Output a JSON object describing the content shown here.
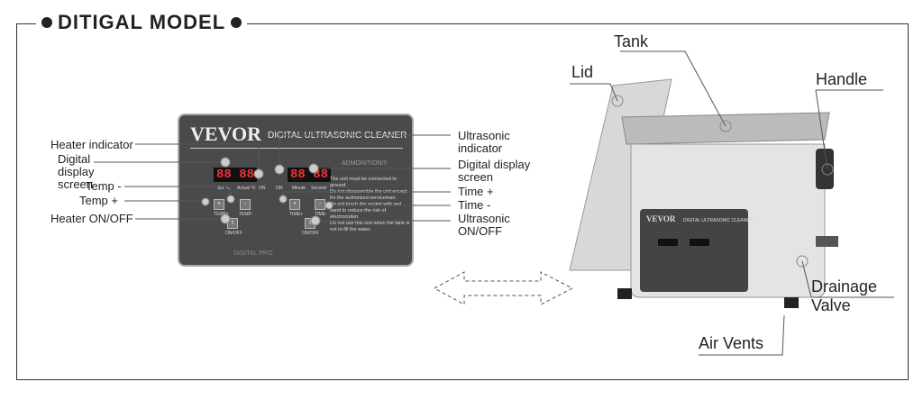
{
  "title": "DITIGAL MODEL",
  "panel": {
    "brand": "VEVOR",
    "subtitle": "DIGITAL ULTRASONIC CLEANER",
    "display_left": "88 88",
    "display_right": "88 88",
    "set": "Set ℃",
    "actual": "Actual ℃",
    "on": "ON",
    "minute": "Minute",
    "second": "Second",
    "admonition": "ADMONITION!!!",
    "warnings": [
      "The unit must be connected to ground.",
      "Do not disassemble the unit except for the authorized serviceman.",
      "Do not touch the socket with wet hand to reduce the risk of electrocution.",
      "Do not use this unit when the tank is not to fill the water."
    ],
    "buttons": {
      "temp_plus": "TEMP+",
      "temp_minus": "TEMP-",
      "time_plus": "TIME+",
      "time_minus": "TIME-",
      "onoff": "ON/OFF"
    },
    "footer": "DIGITAL PRO"
  },
  "left_labels": [
    "Heater indicator",
    "Digital display screen",
    "Temp -",
    "Temp +",
    "Heater ON/OFF"
  ],
  "right_labels": [
    "Ultrasonic indicator",
    "Digital display screen",
    "Time +",
    "Time -",
    "Ultrasonic ON/OFF"
  ],
  "product_labels": {
    "tank": "Tank",
    "lid": "Lid",
    "handle": "Handle",
    "drainage": "Drainage Valve",
    "vents": "Air Vents"
  },
  "product_panel": {
    "brand": "VEVOR",
    "subtitle": "DIGITAL ULTRASONIC CLEANER"
  }
}
